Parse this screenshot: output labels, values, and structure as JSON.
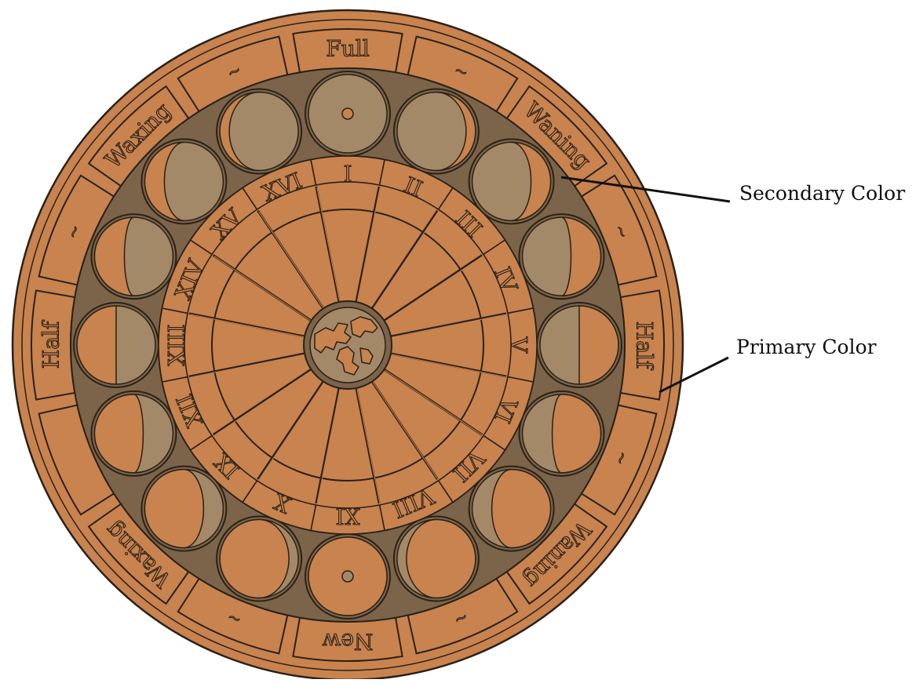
{
  "colors": {
    "primary": "#c8834f",
    "secondary": "#7b6449",
    "moon_lit": "#a38968",
    "outline": "#2a2118",
    "background": "#ffffff"
  },
  "outer_ring": {
    "labels": [
      "Full",
      "~",
      "Waning",
      "~",
      "Half",
      "~",
      "Waning",
      "~",
      "New",
      "~",
      "Waxing",
      "",
      "Half",
      "~",
      "Waxing",
      "~"
    ]
  },
  "moon_phases": [
    {
      "name": "full",
      "lit_fraction": 1.0,
      "waxing": true
    },
    {
      "name": "waning-gibbous-1",
      "lit_fraction": 0.88,
      "waxing": false
    },
    {
      "name": "waning-gibbous-2",
      "lit_fraction": 0.75,
      "waxing": false
    },
    {
      "name": "waning-gibbous-3",
      "lit_fraction": 0.62,
      "waxing": false
    },
    {
      "name": "third-quarter",
      "lit_fraction": 0.5,
      "waxing": false
    },
    {
      "name": "waning-crescent-1",
      "lit_fraction": 0.38,
      "waxing": false
    },
    {
      "name": "waning-crescent-2",
      "lit_fraction": 0.25,
      "waxing": false
    },
    {
      "name": "waning-crescent-3",
      "lit_fraction": 0.12,
      "waxing": false
    },
    {
      "name": "new",
      "lit_fraction": 0.0,
      "waxing": true
    },
    {
      "name": "waxing-crescent-1",
      "lit_fraction": 0.12,
      "waxing": true
    },
    {
      "name": "waxing-crescent-2",
      "lit_fraction": 0.25,
      "waxing": true
    },
    {
      "name": "waxing-crescent-3",
      "lit_fraction": 0.38,
      "waxing": true
    },
    {
      "name": "first-quarter",
      "lit_fraction": 0.5,
      "waxing": true
    },
    {
      "name": "waxing-gibbous-1",
      "lit_fraction": 0.62,
      "waxing": true
    },
    {
      "name": "waxing-gibbous-2",
      "lit_fraction": 0.75,
      "waxing": true
    },
    {
      "name": "waxing-gibbous-3",
      "lit_fraction": 0.88,
      "waxing": true
    }
  ],
  "numeral_ring": {
    "labels": [
      "I",
      "II",
      "III",
      "IV",
      "V",
      "VI",
      "VII",
      "VIII",
      "XI",
      "X",
      "IX",
      "XII",
      "XIII",
      "XIV",
      "XV",
      "XVI"
    ]
  },
  "center": {
    "icon": "planet-icon"
  },
  "callouts": {
    "secondary": "Secondary Color",
    "primary": "Primary Color"
  }
}
